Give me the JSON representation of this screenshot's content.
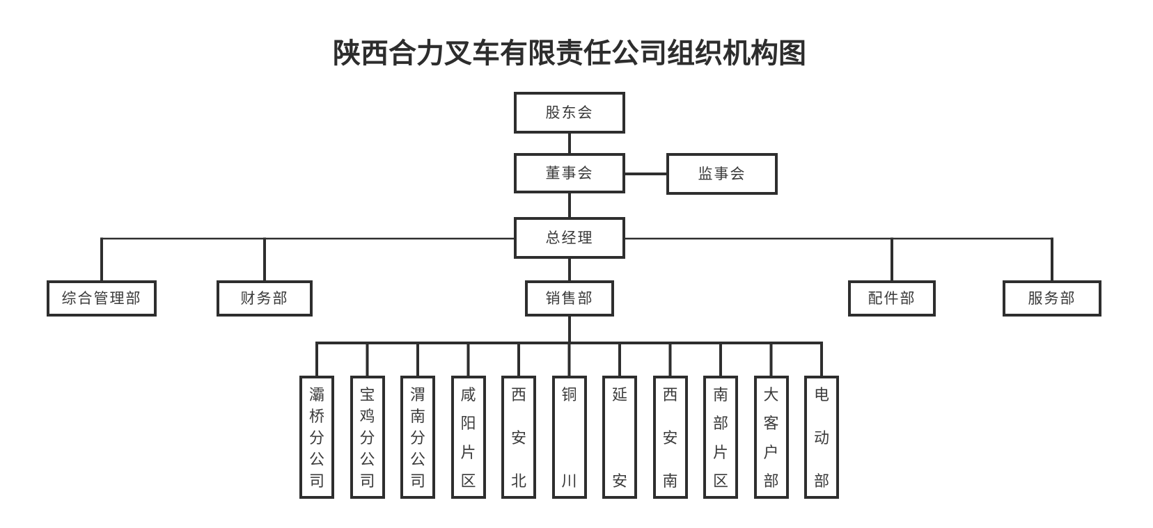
{
  "title": "陕西合力叉车有限责任公司组织机构图",
  "org": {
    "shareholders": "股东会",
    "board": "董事会",
    "supervisory": "监事会",
    "general_manager": "总经理",
    "departments": [
      "综合管理部",
      "财务部",
      "销售部",
      "配件部",
      "服务部"
    ],
    "sales_children": [
      "灞桥分公司",
      "宝鸡分公司",
      "渭南分公司",
      "咸阳片区",
      "西安北",
      "铜川",
      "延安",
      "西安南",
      "南部片区",
      "大客户部",
      "电动部"
    ]
  },
  "colors": {
    "line": "#2e2e2e",
    "text": "#3a3a3a",
    "background": "#ffffff"
  }
}
